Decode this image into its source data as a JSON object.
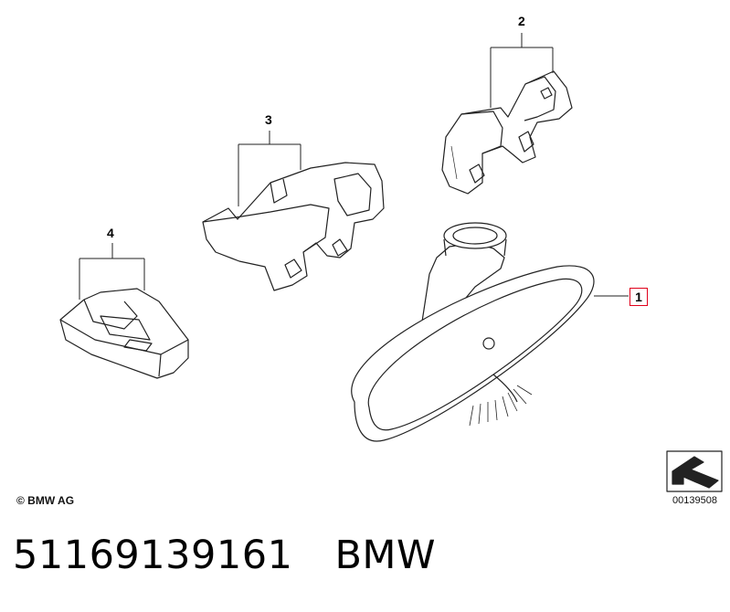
{
  "callouts": {
    "item1": "1",
    "item2": "2",
    "item3": "3",
    "item4": "4"
  },
  "footer": {
    "copyright": "© BMW AG",
    "diagram_id": "00139508",
    "part_number": "51169139161",
    "brand": "BMW"
  },
  "colors": {
    "highlight_box": "#e0001b",
    "stroke": "#222222"
  }
}
